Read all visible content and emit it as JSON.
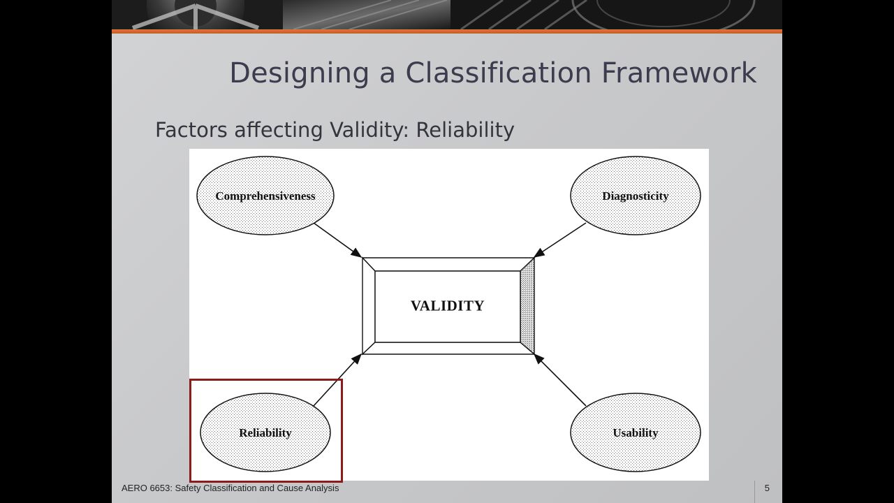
{
  "slide": {
    "title": "Designing a Classification Framework",
    "subtitle": "Factors affecting Validity: Reliability",
    "footer": "AERO 6653: Safety Classification and Cause Analysis",
    "page_number": "5",
    "colors": {
      "accent": "#d8682f",
      "highlight": "#8a1c1c",
      "title_text": "#3c3c4e"
    }
  },
  "diagram": {
    "center_label": "VALIDITY",
    "nodes": [
      {
        "id": "comprehensiveness",
        "label": "Comprehensiveness"
      },
      {
        "id": "diagnosticity",
        "label": "Diagnosticity"
      },
      {
        "id": "reliability",
        "label": "Reliability"
      },
      {
        "id": "usability",
        "label": "Usability"
      }
    ],
    "highlighted_node": "reliability"
  }
}
